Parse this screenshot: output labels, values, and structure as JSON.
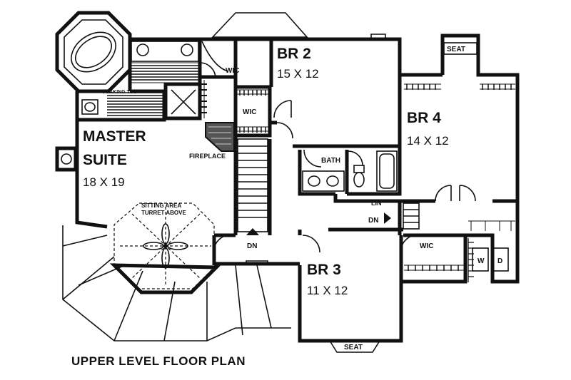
{
  "title": "UPPER LEVEL FLOOR PLAN",
  "rooms": {
    "master": {
      "name_line1": "MASTER",
      "name_line2": "SUITE",
      "dims": "18 X 19"
    },
    "br2": {
      "name": "BR 2",
      "dims": "15 X 12"
    },
    "br3": {
      "name": "BR 3",
      "dims": "11 X 12"
    },
    "br4": {
      "name": "BR 4",
      "dims": "14 X 12"
    }
  },
  "labels": {
    "wic": "WIC",
    "bath": "BATH",
    "fireplace": "FIREPLACE",
    "sitting_line1": "SITTING AREA",
    "sitting_line2": "TURRET ABOVE",
    "dn": "DN",
    "lin": "LIN",
    "seat": "SEAT",
    "washer": "W",
    "dryer": "D",
    "soaking_tub": "SOAKING TUB"
  }
}
